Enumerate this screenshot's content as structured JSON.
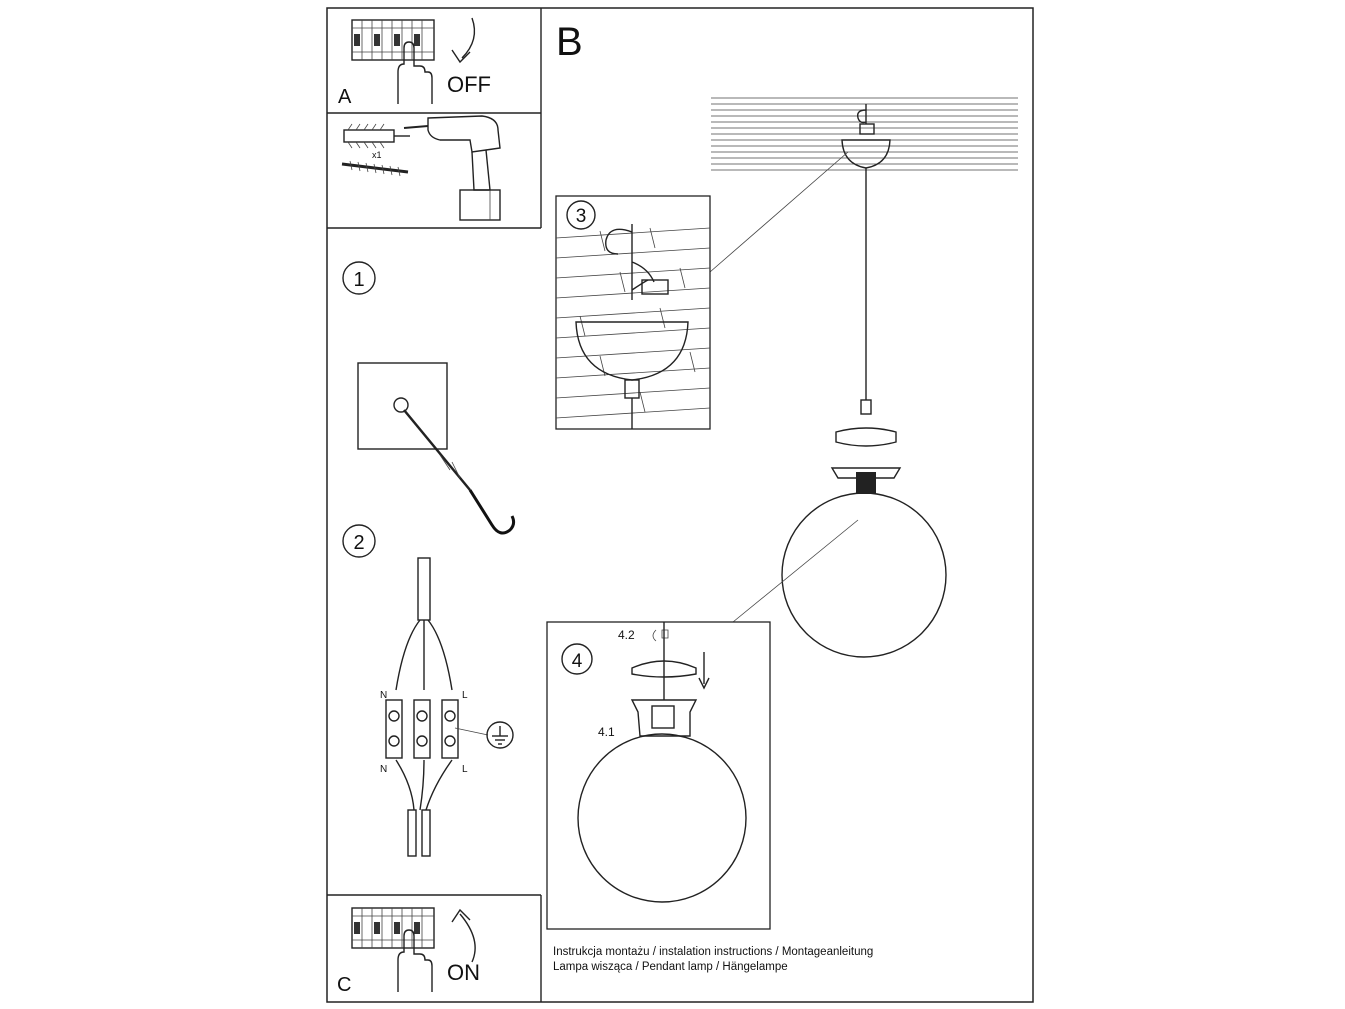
{
  "steps": {
    "A": {
      "letter": "A",
      "action": "OFF"
    },
    "B": {
      "letter": "B"
    },
    "C": {
      "letter": "C",
      "action": "ON"
    }
  },
  "mounting": {
    "quantity": "x1"
  },
  "numbered_steps": [
    "1",
    "2",
    "3",
    "4"
  ],
  "wiring": {
    "top_left": "N",
    "top_right": "L",
    "bottom_left": "N",
    "bottom_right": "L"
  },
  "detail_4": {
    "part_upper": "4.2",
    "part_lower": "4.1"
  },
  "footer": {
    "line1": "Instrukcja montażu / instalation instructions / Montageanleitung",
    "line2": "Lampa wisząca / Pendant lamp / Hängelampe"
  },
  "icons": [
    "circuit-breaker-icon",
    "hand-icon",
    "curved-arrow-icon",
    "wall-plug-icon",
    "screw-icon",
    "drill-icon",
    "ceiling-hook-icon",
    "ground-symbol-icon",
    "down-arrow-icon"
  ]
}
